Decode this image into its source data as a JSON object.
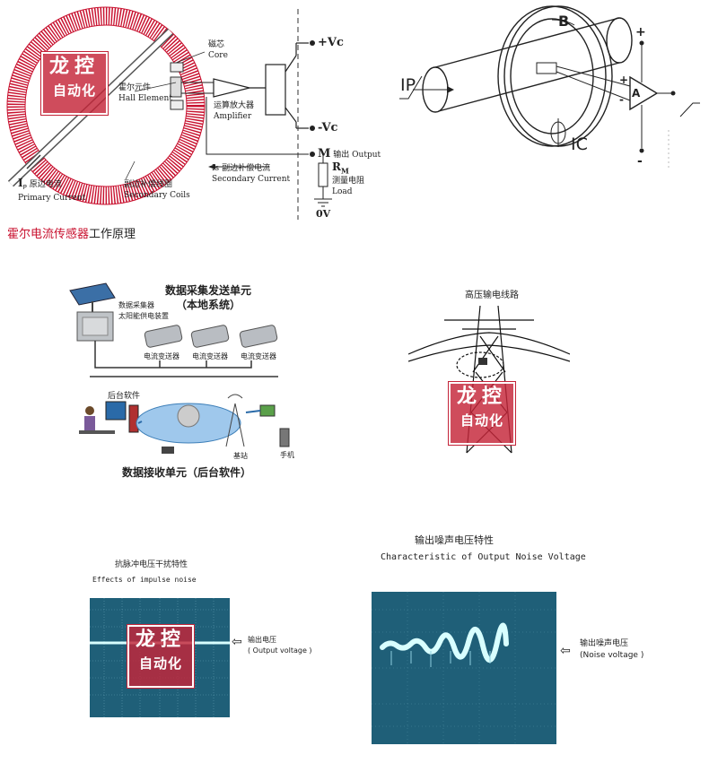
{
  "hall_diagram": {
    "core": {
      "zh": "磁芯",
      "en": "Core"
    },
    "hall": {
      "zh": "霍尔元件",
      "en": "Hall Element"
    },
    "amp": {
      "zh": "运算放大器",
      "en": "Amplifier"
    },
    "vplus": "+Vc",
    "vminus": "-Vc",
    "m_output": {
      "sym": "M",
      "zh": "输出",
      "en": "Output"
    },
    "rm": {
      "sym": "R",
      "sub": "M",
      "zh": "测量电阻",
      "en": "Load"
    },
    "zero_v": "0V",
    "is": {
      "sym": "Is",
      "zh": "副边补偿电流",
      "en": "Secondary Current"
    },
    "ip": {
      "sym": "I",
      "sub": "P",
      "zh": "原边电流",
      "en": "Primary Current"
    },
    "coils": {
      "zh": "副边补偿线圈",
      "en": "Secondary Coils"
    }
  },
  "caption": {
    "red_part": "霍尔电流传感器",
    "rest": "工作原理"
  },
  "sensor_3d": {
    "b": "B",
    "ip": "IP",
    "ic": "IC",
    "plus": "+",
    "minus": "-",
    "amp": "A"
  },
  "system": {
    "title1": "数据采集发送单元",
    "title2": "（本地系统）",
    "collector": "数据采集器",
    "solar": "太阳能供电装置",
    "transmitter": "电流变送器",
    "backend": "后台软件",
    "base": "基站",
    "phone": "手机",
    "footer": "数据接收单元（后台软件）"
  },
  "tower": {
    "title": "高压输电线路"
  },
  "impulse": {
    "zh": "抗脉冲电压干扰特性",
    "en": "Effects of impulse noise",
    "out_zh": "输出电压",
    "out_en": "( Output voltage )"
  },
  "noise": {
    "zh": "输出噪声电压特性",
    "en": "Characteristic of Output Noise Voltage",
    "out_zh": "输出噪声电压",
    "out_en": "(Noise voltage )"
  },
  "watermark": {
    "l1": "龙控",
    "l2": "自动化"
  },
  "colors": {
    "coil_red": "#c8102e",
    "scope_bg": "#1f5f78",
    "trace": "#d8ffff",
    "watermark": "#c42438"
  }
}
